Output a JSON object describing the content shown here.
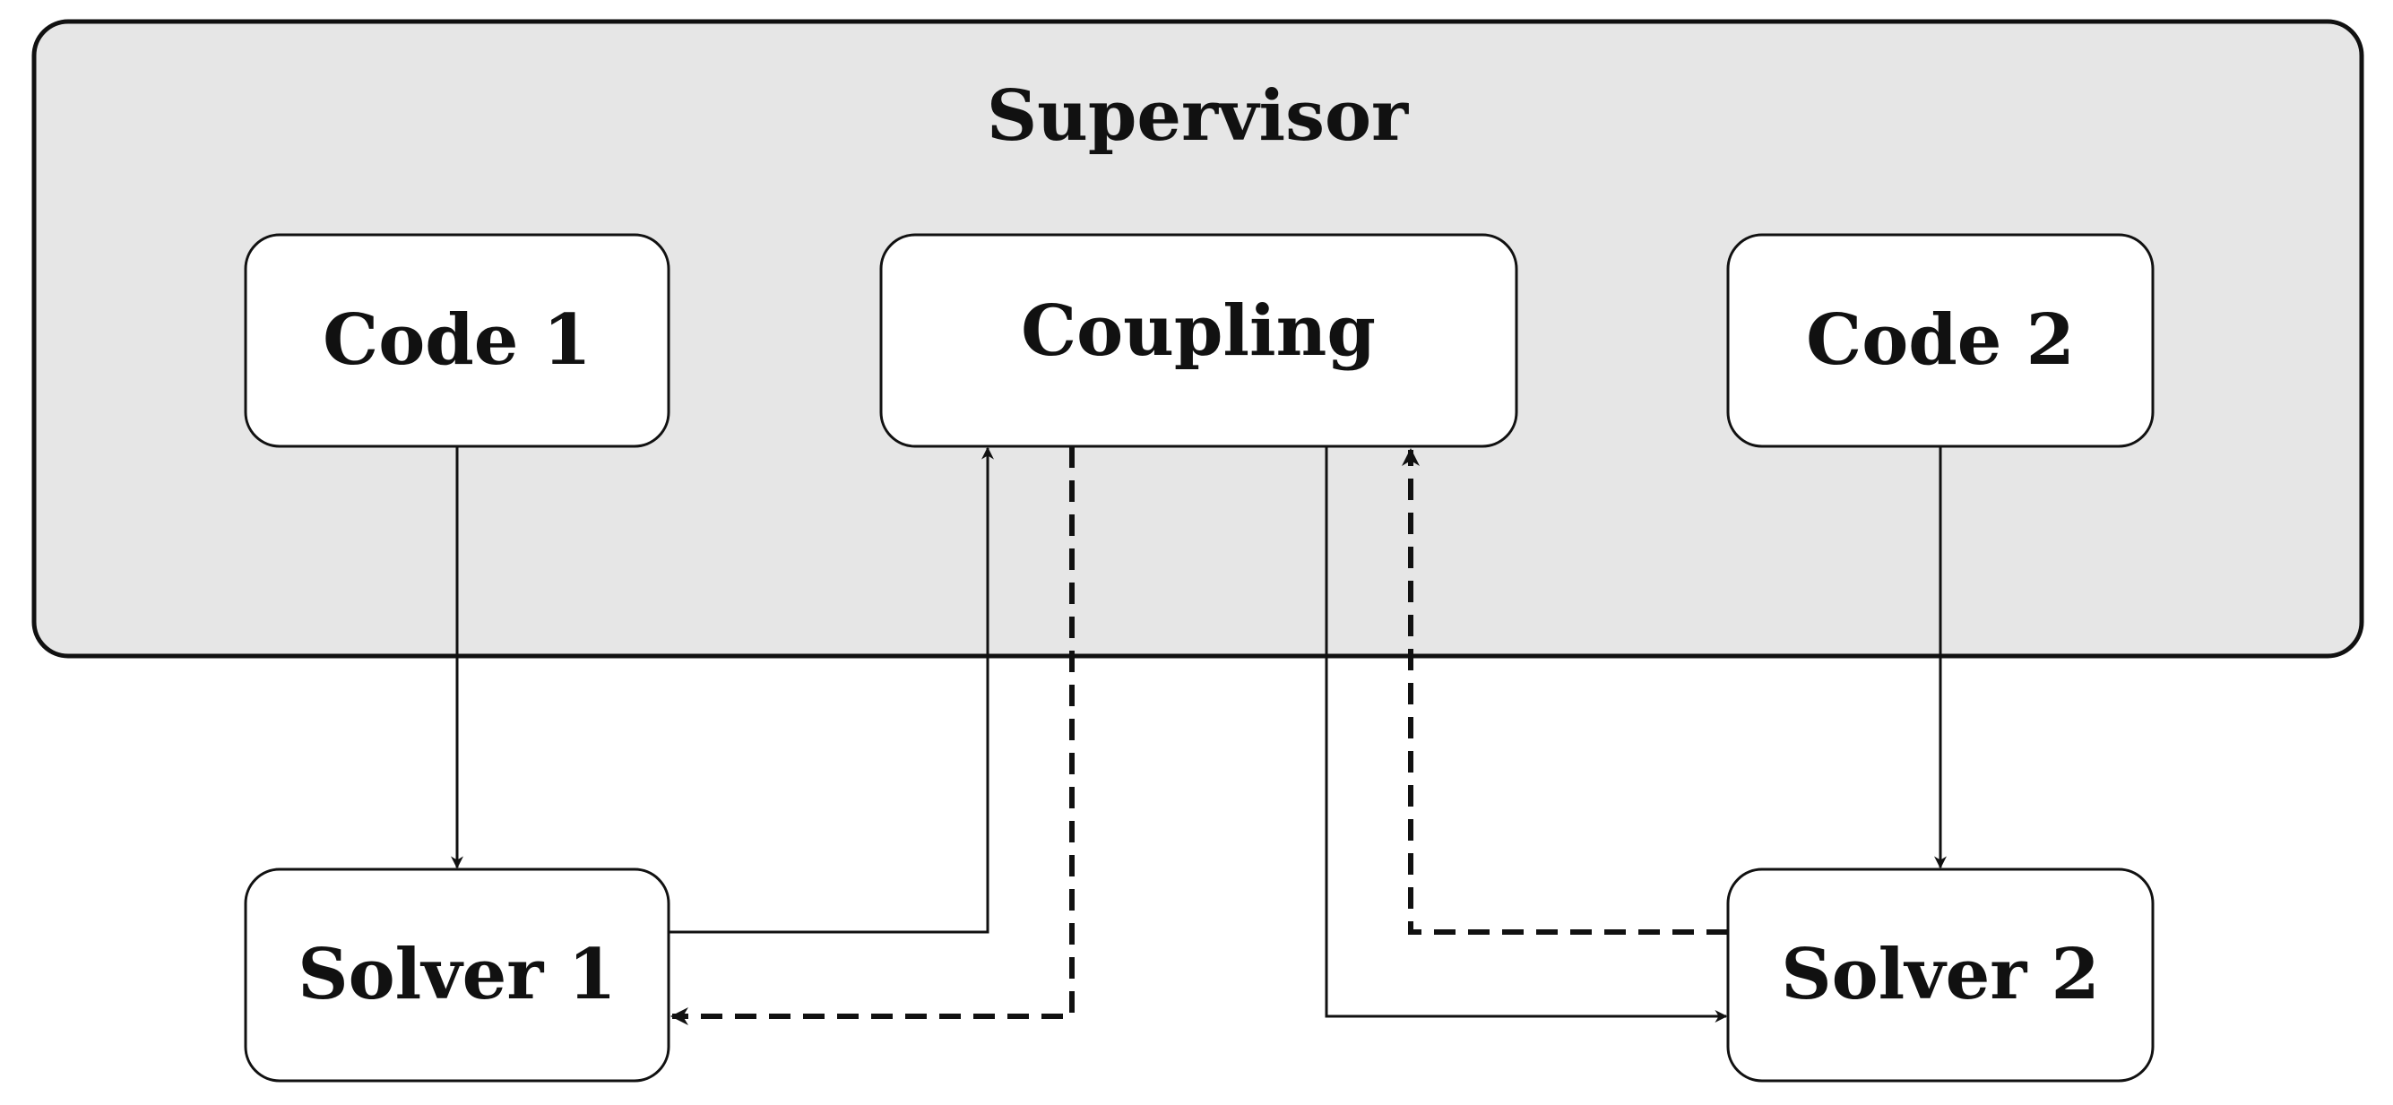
{
  "supervisor": {
    "label": "Supervisor"
  },
  "nodes": {
    "code1": "Code 1",
    "coupling": "Coupling",
    "code2": "Code 2",
    "solver1": "Solver 1",
    "solver2": "Solver 2"
  },
  "colors": {
    "supervisor_fill": "#e6e6e6",
    "box_fill": "#ffffff",
    "stroke": "#111111"
  }
}
